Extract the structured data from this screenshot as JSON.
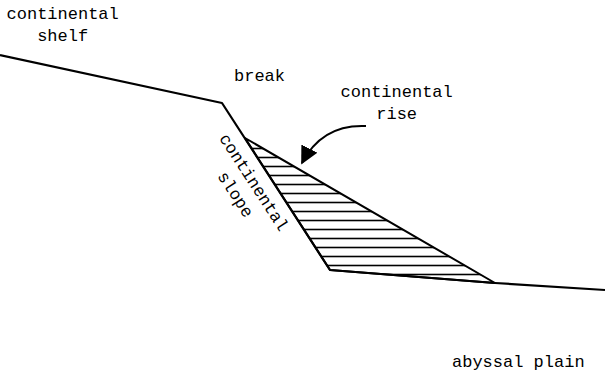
{
  "diagram": {
    "labels": [
      "continental shelf",
      "break",
      "continental slope",
      "continental rise",
      "abyssal plain"
    ]
  }
}
